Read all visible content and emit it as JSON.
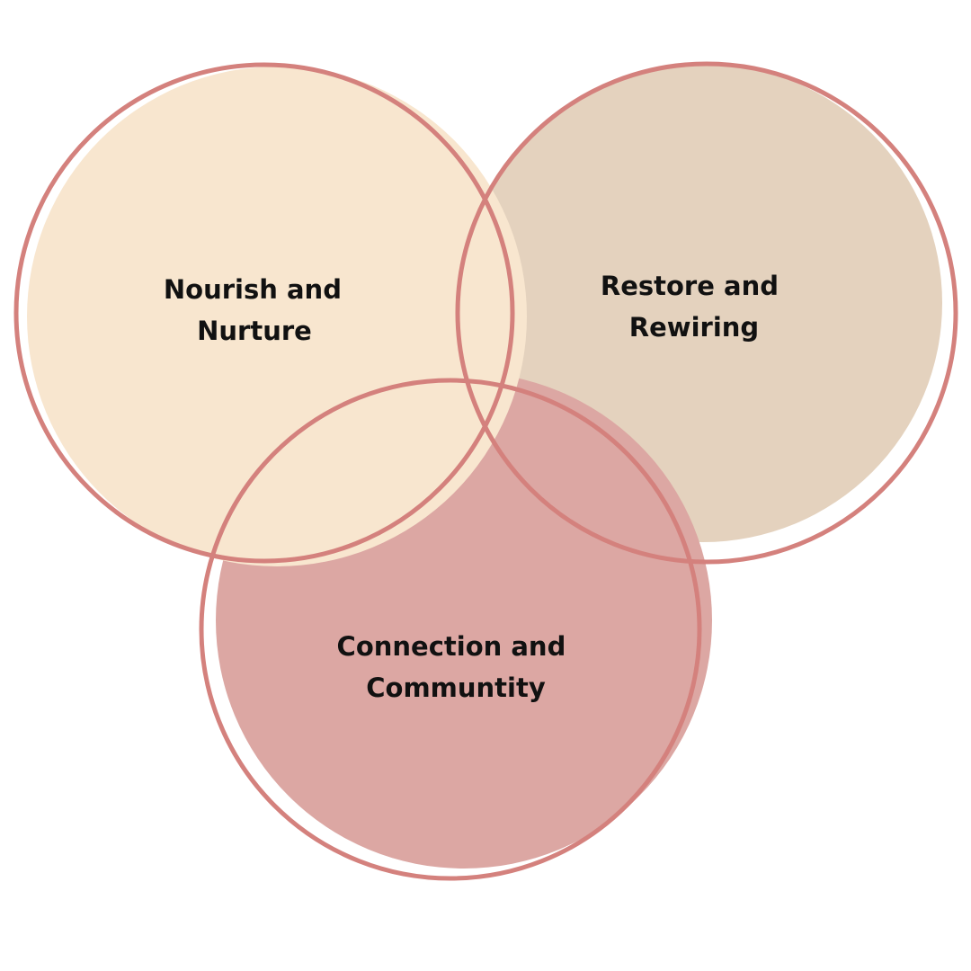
{
  "diagram": {
    "type": "venn",
    "outline_color": "#d4817d",
    "background": "#ffffff",
    "circles": [
      {
        "id": "nourish",
        "fill": "#f8e6cf",
        "label_line1": "Nourish and",
        "label_line2": "Nurture"
      },
      {
        "id": "restore",
        "fill": "#e4d2be",
        "label_line1": "Restore and",
        "label_line2": "Rewiring"
      },
      {
        "id": "connection",
        "fill": "#dca7a3",
        "label_line1": "Connection and",
        "label_line2": "Communtity"
      }
    ]
  }
}
